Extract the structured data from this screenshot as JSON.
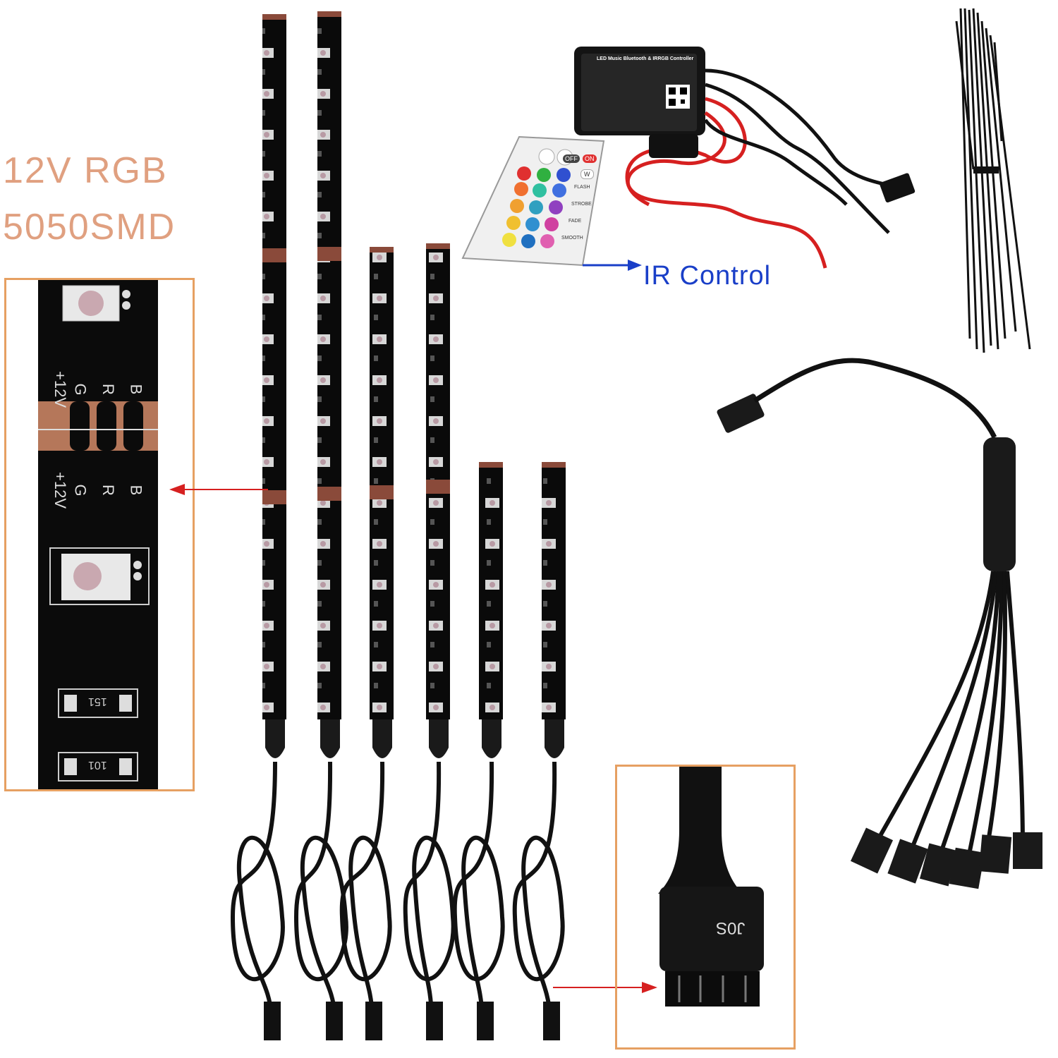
{
  "labels": {
    "spec_line1": "12V RGB",
    "spec_line2": "5050SMD",
    "ir_control": "IR Control"
  },
  "controller": {
    "title": "LED Music Bluetooth & IRRGB Controller"
  },
  "remote": {
    "btn_off": "OFF",
    "btn_on": "ON",
    "btn_w": "W",
    "btn_flash": "FLASH",
    "btn_strobe": "STROBE",
    "btn_fade": "FADE",
    "btn_smooth": "SMOOTH"
  },
  "strip_closeup": {
    "pad_labels": [
      "+12V",
      "G",
      "R",
      "B"
    ],
    "resistor_1": "151",
    "resistor_2": "101"
  },
  "connector_closeup": {
    "mark": "J0S"
  },
  "colors": {
    "accent_orange": "#e6a062",
    "spec_text": "#e0a080",
    "ir_text": "#1a3fc8",
    "arrow_red": "#d62020",
    "arrow_blue": "#1a3fc8"
  }
}
